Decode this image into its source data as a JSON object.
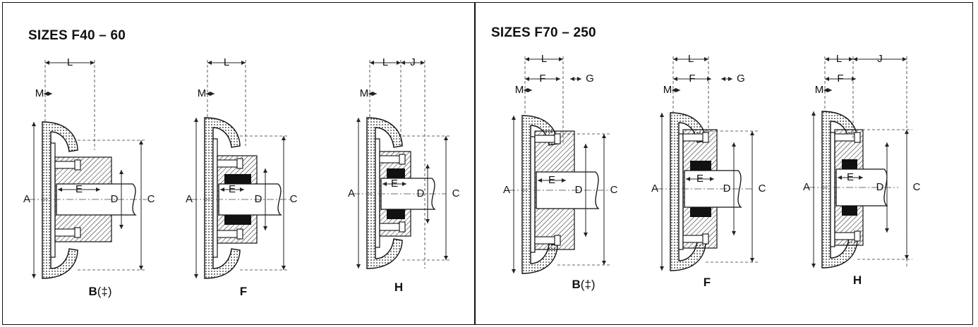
{
  "panels": [
    {
      "title": "SIZES F40 – 60",
      "variants": [
        {
          "code": "B",
          "suffix": "(‡)",
          "hub": "B"
        },
        {
          "code": "F",
          "suffix": "",
          "hub": "F"
        },
        {
          "code": "H",
          "suffix": "",
          "hub": "H"
        }
      ]
    },
    {
      "title": "SIZES F70 – 250",
      "variants": [
        {
          "code": "B",
          "suffix": "(‡)",
          "hub": "B"
        },
        {
          "code": "F",
          "suffix": "",
          "hub": "F"
        },
        {
          "code": "H",
          "suffix": "",
          "hub": "H"
        }
      ]
    }
  ],
  "dimension_labels": {
    "A": "A",
    "C": "C",
    "D": "D",
    "E": "E",
    "F": "F",
    "G": "G",
    "J": "J",
    "L": "L",
    "M": "M"
  }
}
